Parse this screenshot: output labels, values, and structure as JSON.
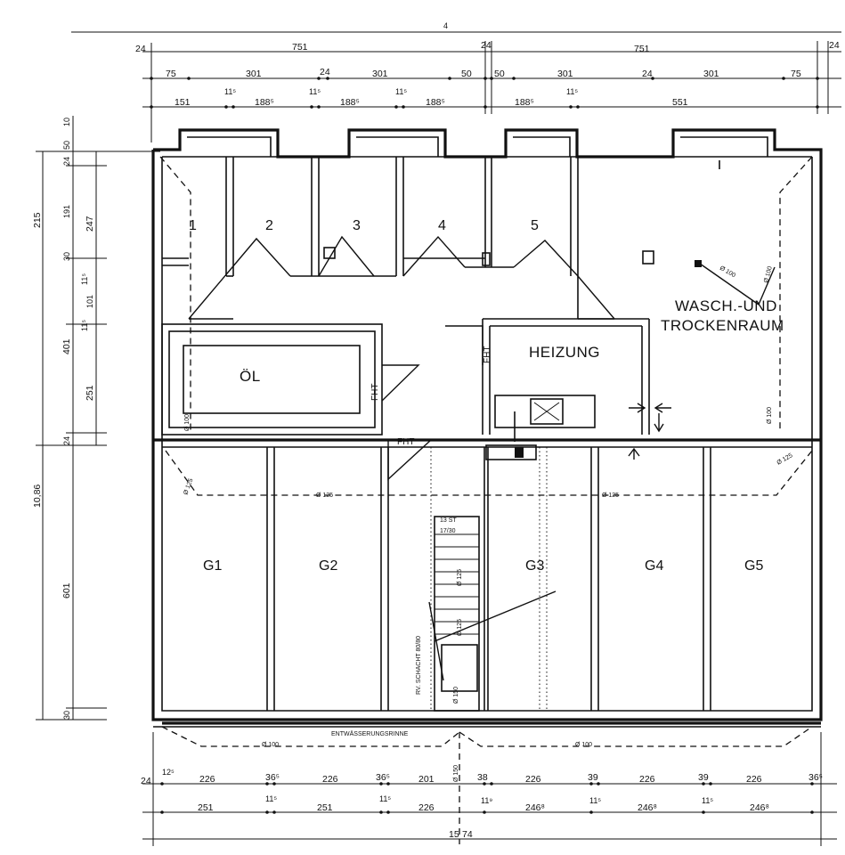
{
  "rooms": {
    "cellar": [
      "1",
      "2",
      "3",
      "4",
      "5"
    ],
    "oel": "ÖL",
    "heizung": "HEIZUNG",
    "wasch_1": "WASCH.-UND",
    "wasch_2": "TROCKENRAUM",
    "garages": [
      "G1",
      "G2",
      "G3",
      "G4",
      "G5"
    ]
  },
  "labels": {
    "fht": "FHT",
    "schacht": "RV. SCHACHT 80/80",
    "rinne": "ENTWÄSSERUNGSRINNE",
    "steps_1": "13 ST",
    "steps_2": "17/30",
    "d100": "Ø 100",
    "d125": "Ø 125",
    "d150": "Ø 150"
  },
  "dims": {
    "top_1": [
      "24",
      "751",
      "24",
      "751",
      "24"
    ],
    "top_2": [
      "75",
      "301",
      "24",
      "301",
      "50",
      "50",
      "301",
      "24",
      "301",
      "75"
    ],
    "top_3": [
      "151",
      "11⁵",
      "188⁵",
      "11⁵",
      "188⁵",
      "11⁵",
      "188⁵",
      "188⁵",
      "11⁵",
      "551"
    ],
    "top_corner": "4",
    "top_right_24": "24",
    "left_outer": [
      "215",
      "401",
      "10,86",
      "601"
    ],
    "left_inner_a": [
      "10",
      "50",
      "24",
      "191",
      "30"
    ],
    "left_inner_b": [
      "247",
      "11⁵",
      "101",
      "11⁵",
      "251",
      "24",
      "30"
    ],
    "bottom_1": [
      "24",
      "12⁵",
      "226",
      "36⁵",
      "226",
      "36⁵",
      "201",
      "38",
      "226",
      "39",
      "226",
      "39",
      "226",
      "36⁵"
    ],
    "bottom_2": [
      "251",
      "11⁵",
      "251",
      "11⁵",
      "226",
      "11⁹",
      "246⁸",
      "11⁵",
      "246⁸",
      "11⁵",
      "246⁸"
    ],
    "bottom_3": [
      "15",
      "74"
    ]
  }
}
